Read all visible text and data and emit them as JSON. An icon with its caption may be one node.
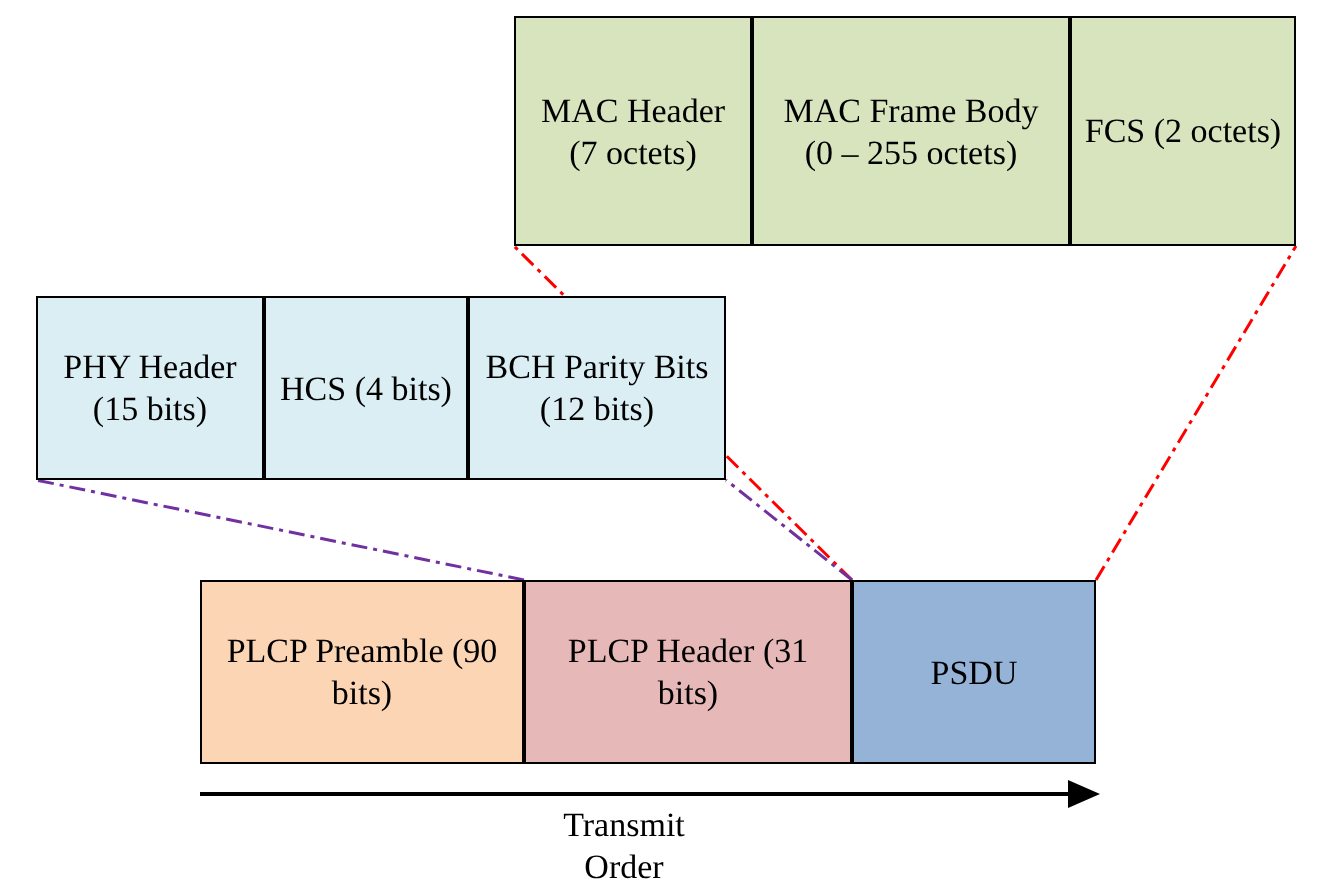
{
  "diagram": {
    "nodes": [
      {
        "text": [
          "MAC Header (7 octets)"
        ]
      },
      {
        "text": [
          "MAC Frame Body (0 – 255 octets)"
        ]
      },
      {
        "text": [
          "FCS (2 octets)"
        ]
      },
      {
        "text": [
          "PHY Header (15 bits)"
        ]
      },
      {
        "text": [
          "HCS (4 bits)"
        ]
      },
      {
        "text": [
          "BCH Parity Bits (12 bits)"
        ]
      },
      {
        "text": [
          "PLCP Preamble (90 bits)"
        ]
      },
      {
        "text": [
          "PLCP Header (31 bits)"
        ]
      },
      {
        "text": [
          "PSDU"
        ]
      }
    ],
    "edges": [
      {
        "from": 8,
        "to": 0,
        "arrow": "none",
        "style": "dashed",
        "color": "#ff0000"
      },
      {
        "from": 8,
        "to": 2,
        "arrow": "none",
        "style": "dashed",
        "color": "#ff0000"
      },
      {
        "from": 7,
        "to": 3,
        "arrow": "none",
        "style": "dashed",
        "color": "#7030a0"
      },
      {
        "from": 7,
        "to": 5,
        "arrow": "none",
        "style": "dashed",
        "color": "#7030a0"
      }
    ],
    "labels": [
      "Transmit Order"
    ]
  }
}
